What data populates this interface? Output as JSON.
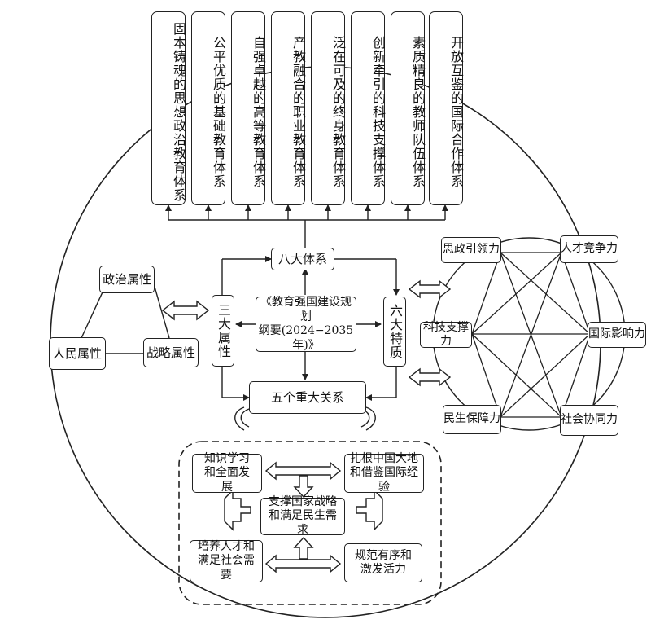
{
  "top_systems": [
    "固本铸魂的思想政治教育体系",
    "公平优质的基础教育体系",
    "自强卓越的高等教育体系",
    "产教融合的职业教育体系",
    "泛在可及的终身教育体系",
    "创新牵引的科技支撑体系",
    "素质精良的教师队伍体系",
    "开放互鉴的国际合作体系"
  ],
  "center": {
    "eight_systems": "八大体系",
    "three_attributes": "三大属性",
    "six_features": "六大特质",
    "outline_line1": "《教育强国建设规划",
    "outline_line2": "纲要(2024−2035年)》",
    "five_relations": "五个重大关系"
  },
  "left": {
    "people": "人民属性",
    "political": "政治属性",
    "strategic": "战略属性"
  },
  "right_powers": {
    "ideology": "思政引领力",
    "talent": "人才竞争力",
    "tech": "科技支撑力",
    "intl": "国际影响力",
    "livelihood": "民生保障力",
    "social": "社会协同力"
  },
  "relations": {
    "knowledge": "知识学习和全面发展",
    "rooted": "扎根中国大地和借鉴国际经验",
    "support": "支撑国家战略和满足民生需求",
    "cultivate": "培养人才和满足社会需要",
    "norm": "规范有序和激发活力"
  }
}
